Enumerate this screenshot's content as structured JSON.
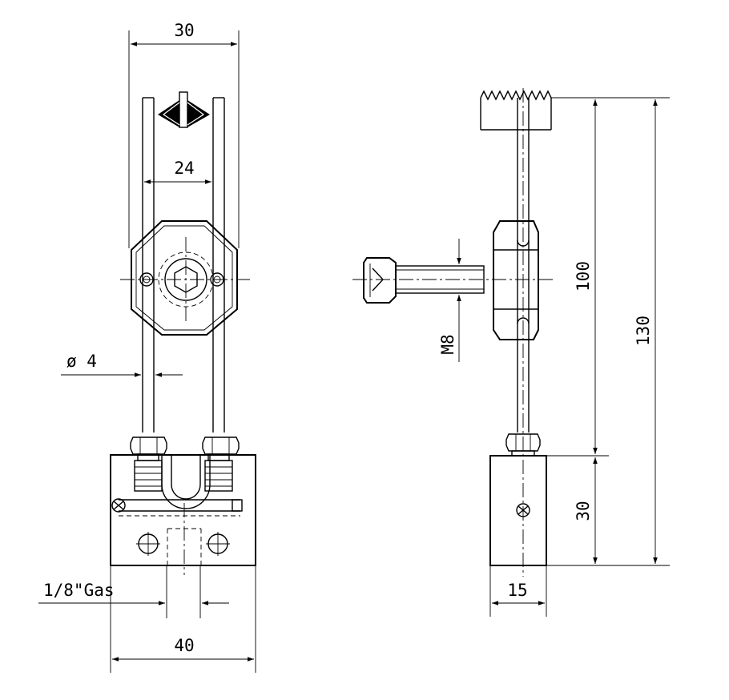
{
  "drawing": {
    "front_view": {
      "dim_top_width": "30",
      "dim_inner_width": "24",
      "dim_tube_diameter": "ø 4",
      "dim_thread": "1/8\"Gas",
      "dim_base_width": "40"
    },
    "side_view": {
      "dim_screw": "M8",
      "dim_height_upper": "100",
      "dim_height_total": "130",
      "dim_height_base": "30",
      "dim_base_depth": "15"
    }
  }
}
